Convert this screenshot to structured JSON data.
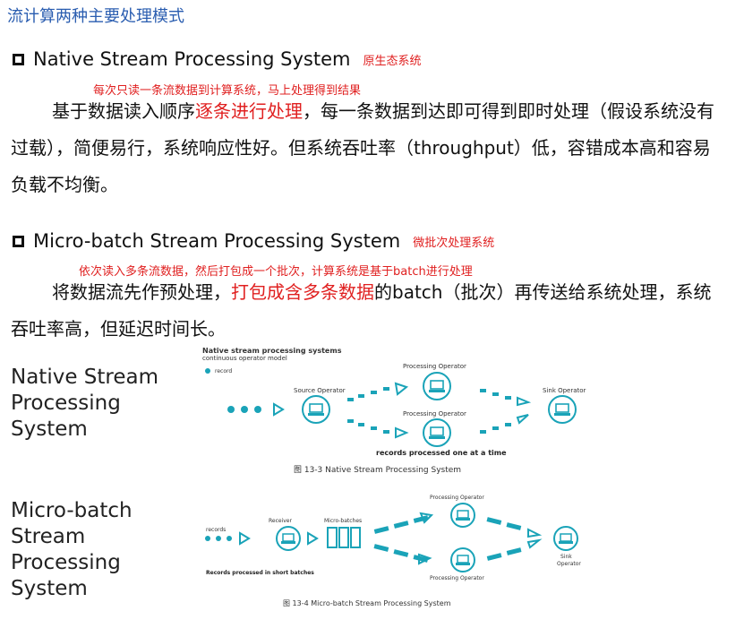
{
  "title": "流计算两种主要处理模式",
  "section1": {
    "heading": "Native Stream Processing System",
    "heading_note": "原生态系统",
    "note": "每次只读一条流数据到计算系统，马上处理得到结果",
    "para_before": "基于数据读入顺序",
    "para_highlight": "逐条进行处理",
    "para_after": "，每一条数据到达即可得到即时处理（假设系统没有过载），简便易行，系统响应性好。但系统吞吐率（throughput）低，容错成本高和容易负载不均衡。"
  },
  "section2": {
    "heading": "Micro-batch Stream Processing System",
    "heading_note": "微批次处理系统",
    "note": "依次读入多条流数据，然后打包成一个批次，计算系统是基于batch进行处理",
    "para_before": "将数据流先作预处理，",
    "para_highlight": "打包成含多条数据",
    "para_after": "的batch（批次）再传送给系统处理，系统吞吐率高，但延迟时间长。"
  },
  "figure1": {
    "label": "Native Stream Processing System",
    "header_line1": "Native stream processing systems",
    "header_line2": "continuous operator model",
    "legend": "record",
    "source": "Source Operator",
    "processing_top": "Processing Operator",
    "processing_bottom": "Processing Operator",
    "sink": "Sink Operator",
    "footer": "records processed one at a time",
    "caption": "图 13-3    Native Stream Processing System"
  },
  "figure2": {
    "label": "Micro-batch Stream Processing System",
    "records": "records",
    "receiver": "Receiver",
    "micro_batches": "Micro-batches",
    "processing_top": "Processing Operator",
    "processing_bottom": "Processing Operator",
    "sink_line1": "Sink",
    "sink_line2": "Operator",
    "footer": "Records processed in short batches",
    "caption": "图 13-4    Micro-batch Stream Processing System"
  },
  "colors": {
    "teal": "#1aa3b8",
    "red": "#e02020",
    "title_blue": "#2a5db0"
  }
}
